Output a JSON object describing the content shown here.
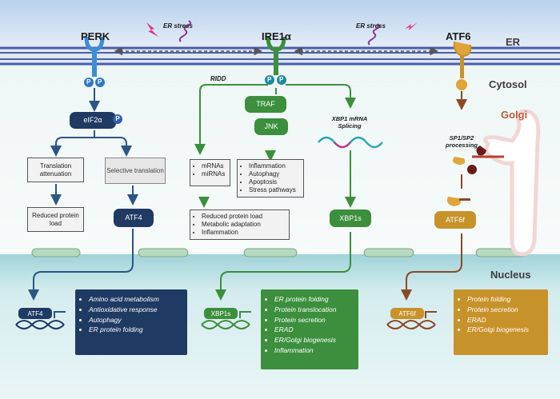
{
  "regions": {
    "er": "ER",
    "cytosol": "Cytosol",
    "golgi": "Golgi",
    "nucleus": "Nucleus"
  },
  "sensors": {
    "perk": "PERK",
    "ire1a": "IRE1α",
    "atf6": "ATF6"
  },
  "stress": {
    "left": "ER stress",
    "right": "ER stress"
  },
  "phospho": "P",
  "perk_branch": {
    "eif2a": "eIF2α",
    "translation_attenuation": "Translation attenuation",
    "selective_translation": "Selective translation",
    "reduced_protein_load": "Reduced protein load",
    "atf4": "ATF4",
    "nuclear_tag": "ATF4",
    "targets": [
      "Amino acid metabolism",
      "Antioxidative response",
      "Autophagy",
      "ER protein folding"
    ]
  },
  "ire1_branch": {
    "ridd": "RIDD",
    "traf": "TRAF",
    "jnk": "JNK",
    "rna_list": [
      "mRNAs",
      "miRNAs"
    ],
    "jnk_outcomes": [
      "Inflammation",
      "Autophagy",
      "Apoptosis",
      "Stress pathways"
    ],
    "ridd_outcomes": [
      "Reduced protein load",
      "Metabolic adaptation",
      "Inflammation"
    ],
    "splicing": "XBP1 mRNA Splicing",
    "xbp1s": "XBP1s",
    "nuclear_tag": "XBP1s",
    "targets": [
      "ER protein folding",
      "Protein translocation",
      "Protein secretion",
      "ERAD",
      "ER/Golgi biogenesis",
      "Inflammation"
    ]
  },
  "atf6_branch": {
    "processing": "SP1/SP2 processing",
    "atf6f": "ATF6f",
    "nuclear_tag": "ATF6f",
    "targets": [
      "Protein folding",
      "Protein secretion",
      "ERAD",
      "ER/Golgi biogenesis"
    ]
  },
  "colors": {
    "perk": "#1f3a63",
    "ire1": "#3c8f3c",
    "atf6": "#c8922a",
    "membrane": "#4a5fa8",
    "nucleus_bg": "#cfe7ea"
  }
}
